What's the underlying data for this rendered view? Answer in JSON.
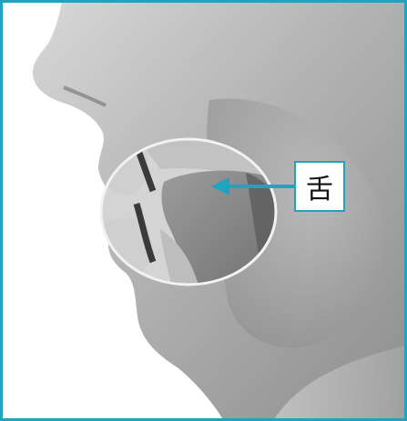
{
  "diagram": {
    "label": "舌",
    "frame_color": "#1fa3bf",
    "arrow_color": "#1fa3bf",
    "arrow_direction": "left",
    "subject": "side-profile-face-mouth-cutaway"
  }
}
